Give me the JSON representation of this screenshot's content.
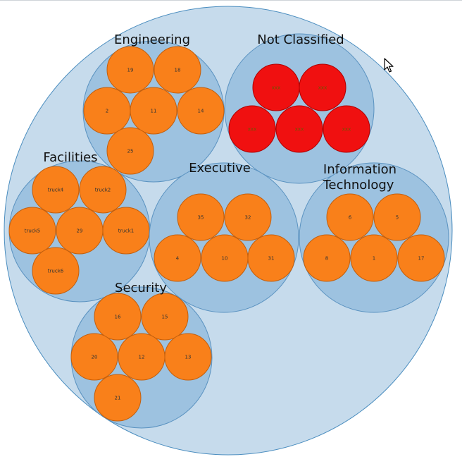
{
  "diagram": {
    "colors": {
      "outer_fill": "#c6dbec",
      "outer_stroke": "#4a8dbf",
      "group_fill": "#9dc2e0",
      "group_stroke": "#5a92c0",
      "node_fill": "#f9801a",
      "node_stroke": "#c25f0e",
      "alert_fill": "#f01010",
      "alert_stroke": "#b00000"
    },
    "groups": [
      {
        "id": "engineering",
        "title": "Engineering",
        "nodes": [
          {
            "label": "19",
            "state": "normal"
          },
          {
            "label": "18",
            "state": "normal"
          },
          {
            "label": "2",
            "state": "normal"
          },
          {
            "label": "11",
            "state": "normal"
          },
          {
            "label": "14",
            "state": "normal"
          },
          {
            "label": "25",
            "state": "normal"
          }
        ]
      },
      {
        "id": "not-classified",
        "title": "Not Classified",
        "nodes": [
          {
            "label": "xxx",
            "state": "alert"
          },
          {
            "label": "xxx",
            "state": "alert"
          },
          {
            "label": "xxx",
            "state": "alert"
          },
          {
            "label": "xxx",
            "state": "alert"
          },
          {
            "label": "xxx",
            "state": "alert"
          }
        ]
      },
      {
        "id": "facilities",
        "title": "Facilities",
        "nodes": [
          {
            "label": "truck4",
            "state": "normal"
          },
          {
            "label": "truck2",
            "state": "normal"
          },
          {
            "label": "truck5",
            "state": "normal"
          },
          {
            "label": "29",
            "state": "normal"
          },
          {
            "label": "truck1",
            "state": "normal"
          },
          {
            "label": "truck6",
            "state": "normal"
          }
        ]
      },
      {
        "id": "executive",
        "title": "Executive",
        "nodes": [
          {
            "label": "35",
            "state": "normal"
          },
          {
            "label": "32",
            "state": "normal"
          },
          {
            "label": "4",
            "state": "normal"
          },
          {
            "label": "10",
            "state": "normal"
          },
          {
            "label": "31",
            "state": "normal"
          }
        ]
      },
      {
        "id": "information-technology",
        "title": [
          "Information",
          "Technology"
        ],
        "nodes": [
          {
            "label": "6",
            "state": "normal"
          },
          {
            "label": "5",
            "state": "normal"
          },
          {
            "label": "8",
            "state": "normal"
          },
          {
            "label": "1",
            "state": "normal"
          },
          {
            "label": "17",
            "state": "normal"
          }
        ]
      },
      {
        "id": "security",
        "title": "Security",
        "nodes": [
          {
            "label": "16",
            "state": "normal"
          },
          {
            "label": "15",
            "state": "normal"
          },
          {
            "label": "20",
            "state": "normal"
          },
          {
            "label": "12",
            "state": "normal"
          },
          {
            "label": "13",
            "state": "normal"
          },
          {
            "label": "21",
            "state": "normal"
          }
        ]
      }
    ]
  }
}
